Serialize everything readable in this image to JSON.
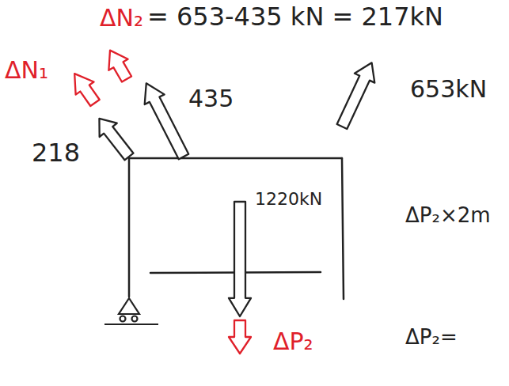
{
  "diagram": {
    "labels": [
      "ΔN₂",
      "= 653-435 kN = 217kN",
      "ΔN₁",
      "435",
      "653kN",
      "218",
      "1220kN",
      "ΔP₂×2m",
      "ΔP₂",
      "ΔP₂="
    ]
  }
}
